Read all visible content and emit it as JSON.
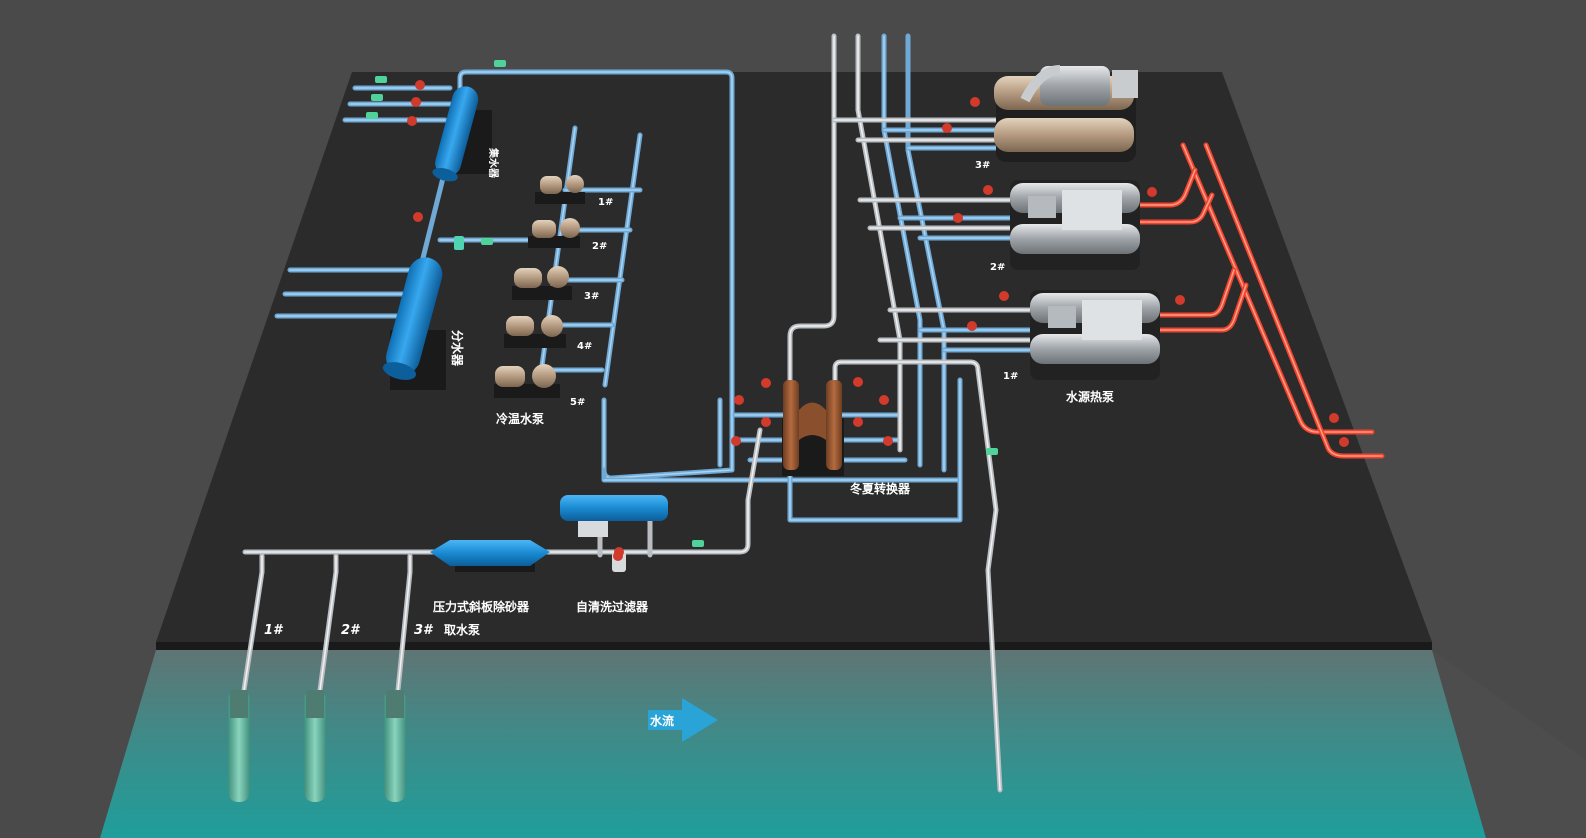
{
  "labels": {
    "collector": "集水器",
    "distributor": "分水器",
    "cold_pumps": "冷温水泵",
    "switcher": "冬夏转换器",
    "heat_pump": "水源热泵",
    "desander": "压力式斜板除砂器",
    "filter": "自清洗过滤器",
    "intake_pumps": "取水泵",
    "water_flow": "水流"
  },
  "pump_numbers": [
    "1#",
    "2#",
    "3#",
    "4#",
    "5#"
  ],
  "heat_pump_numbers": [
    "3#",
    "2#",
    "1#"
  ],
  "intake_numbers": [
    "1#",
    "2#",
    "3#"
  ],
  "colors": {
    "background": "#4a4a4a",
    "platform": "#2b2b2b",
    "water": "#2a9a98",
    "pipe_blue": "#6fa9d6",
    "pipe_grey": "#b9bcc0",
    "pipe_red": "#f0432e",
    "vessel_blue": "#1f8fd6",
    "flow_arrow": "#2aa3d6"
  }
}
